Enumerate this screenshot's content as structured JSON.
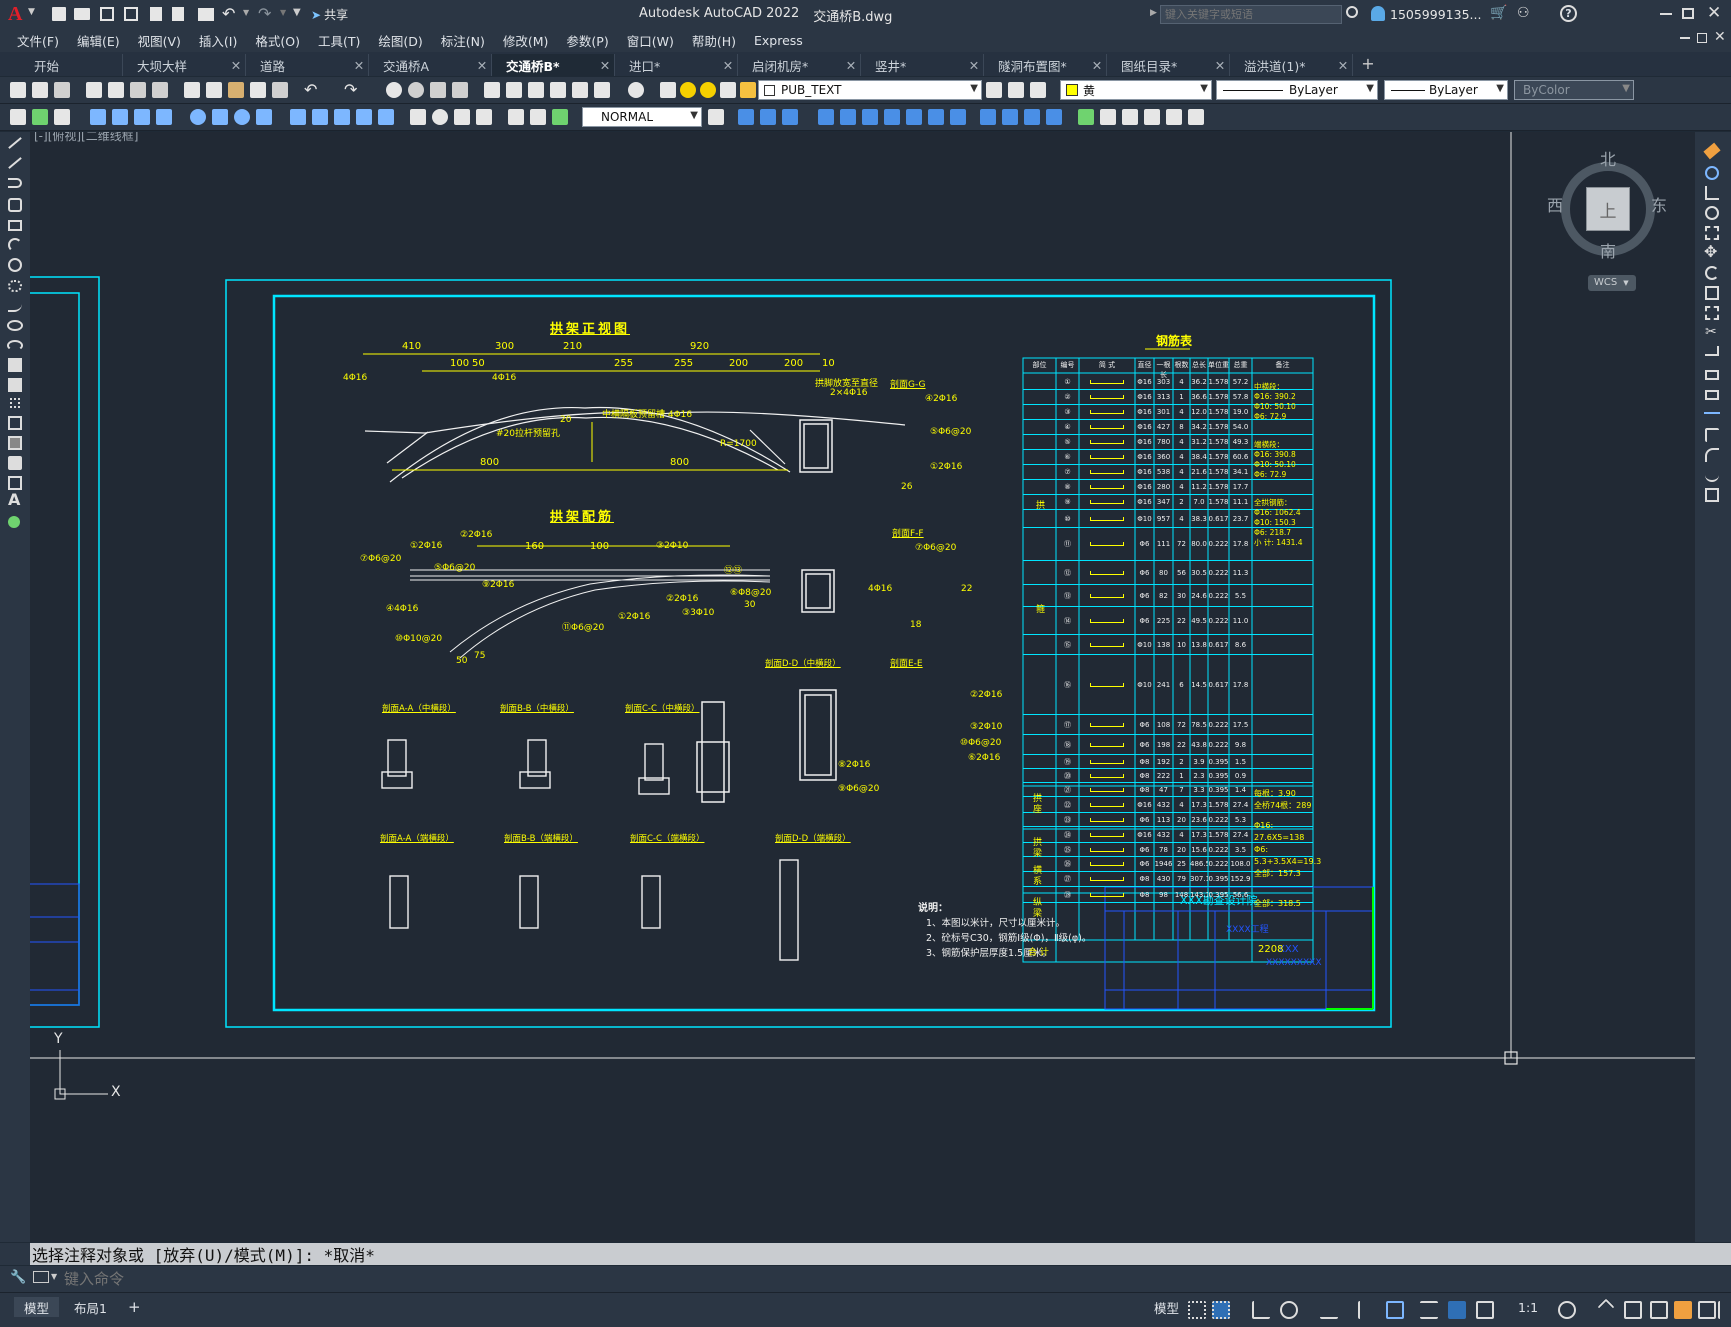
{
  "app": {
    "title": "Autodesk AutoCAD 2022",
    "filename": "交通桥B.dwg",
    "share": "共享",
    "search_placeholder": "键入关键字或短语",
    "user": "1505999135...",
    "workspace_marker": "A"
  },
  "menu": [
    "文件(F)",
    "编辑(E)",
    "视图(V)",
    "插入(I)",
    "格式(O)",
    "工具(T)",
    "绘图(D)",
    "标注(N)",
    "修改(M)",
    "参数(P)",
    "窗口(W)",
    "帮助(H)",
    "Express"
  ],
  "tabs": [
    {
      "label": "开始",
      "closable": false
    },
    {
      "label": "大坝大样",
      "closable": true
    },
    {
      "label": "道路",
      "closable": true
    },
    {
      "label": "交通桥A",
      "closable": true
    },
    {
      "label": "交通桥B*",
      "closable": true,
      "active": true
    },
    {
      "label": "进口*",
      "closable": true
    },
    {
      "label": "启闭机房*",
      "closable": true
    },
    {
      "label": "竖井*",
      "closable": true
    },
    {
      "label": "隧洞布置图*",
      "closable": true
    },
    {
      "label": "图纸目录*",
      "closable": true
    },
    {
      "label": "溢洪道(1)*",
      "closable": true
    }
  ],
  "toolbar": {
    "layer": "PUB_TEXT",
    "color": "黄",
    "linetype": "ByLayer",
    "lineweight": "ByLayer",
    "plotstyle": "ByColor",
    "dimstyle": "NORMAL"
  },
  "viewport": {
    "label": "[-][俯视][二维线框]"
  },
  "viewcube": {
    "n": "北",
    "s": "南",
    "e": "东",
    "w": "西",
    "top": "上",
    "wcs": "WCS"
  },
  "ucs": {
    "x": "X",
    "y": "Y"
  },
  "drawing": {
    "title_front": "拱架正视图",
    "title_rebar": "拱架配筋",
    "table_title": "钢筋表",
    "dims_top": [
      "410",
      "300",
      "210",
      "920"
    ],
    "dims_sub": [
      "100",
      "50",
      "255",
      "255",
      "200",
      "200",
      "10"
    ],
    "dims_bottom": [
      "800",
      "800"
    ],
    "labels_front": [
      "4Φ16",
      "4Φ16",
      "#20拉杆预留孔",
      "中横隔板预留槽 4Φ16",
      "R=1700",
      "20",
      "拱脚放宽至直径",
      "2×4Φ16"
    ],
    "labels_rebar": [
      "①2Φ16",
      "②2Φ16",
      "③2Φ10",
      "⑦Φ6@20",
      "160",
      "100",
      "⑤Φ6@20",
      "⑥Φ8@20",
      "⑨2Φ16",
      "④4Φ16",
      "⑩Φ10@20",
      "⑪Φ6@20",
      "①2Φ16",
      "②2Φ16",
      "③3Φ10",
      "⑫⑬",
      "50",
      "75",
      "30"
    ],
    "section_titles": [
      "剖面G-G",
      "剖面F-F",
      "剖面E-E",
      "剖面D-D（中横段）",
      "剖面A-A（中横段）",
      "剖面B-B（中横段）",
      "剖面C-C（中横段）",
      "剖面A-A（端横段）",
      "剖面B-B（端横段）",
      "剖面C-C（端横段）",
      "剖面D-D（端横段）"
    ],
    "section_labels": [
      "④2Φ16",
      "⑤Φ6@20",
      "①2Φ16",
      "⑦Φ6@20",
      "4Φ16",
      "18",
      "26",
      "22",
      "②2Φ16",
      "③2Φ10",
      "⑩Φ6@20",
      "⑥2Φ16",
      "⑧2Φ16",
      "⑨Φ6@20"
    ],
    "notes_title": "说明：",
    "notes": [
      "1、本图以米计，尺寸以厘米计。",
      "2、砼标号C30，钢筋Ⅰ级(Φ)，Ⅱ级(φ)。",
      "3、钢筋保护层厚度1.5厘米。"
    ],
    "titleblock": {
      "company": "XXX勘查设计院",
      "project": "XXX",
      "name": "XXXXXXXXX",
      "sub": "XXXX工程"
    },
    "table_headers": [
      "部位",
      "编号",
      "简 式",
      "直径",
      "一根长",
      "根数",
      "总长",
      "单位重",
      "总重",
      "备注"
    ],
    "table_rows": [
      [
        "①",
        "Φ16",
        "303",
        "4",
        "36.2",
        "1.578",
        "57.2"
      ],
      [
        "②",
        "Φ16",
        "313",
        "1",
        "36.6",
        "1.578",
        "57.8"
      ],
      [
        "③",
        "Φ16",
        "301",
        "4",
        "12.0",
        "1.578",
        "19.0"
      ],
      [
        "④",
        "Φ16",
        "427",
        "8",
        "34.2",
        "1.578",
        "54.0"
      ],
      [
        "⑤",
        "Φ16",
        "780",
        "4",
        "31.2",
        "1.578",
        "49.3"
      ],
      [
        "⑥",
        "Φ16",
        "360",
        "4",
        "38.4",
        "1.578",
        "60.6"
      ],
      [
        "⑦",
        "Φ16",
        "538",
        "4",
        "21.6",
        "1.578",
        "34.1"
      ],
      [
        "⑧",
        "Φ16",
        "280",
        "4",
        "11.2",
        "1.578",
        "17.7"
      ],
      [
        "⑨",
        "Φ16",
        "347",
        "2",
        "7.0",
        "1.578",
        "11.1"
      ],
      [
        "⑩",
        "Φ10",
        "957",
        "4",
        "38.3",
        "0.617",
        "23.7"
      ],
      [
        "⑪",
        "Φ6",
        "111",
        "72",
        "80.0",
        "0.222",
        "17.8"
      ],
      [
        "⑫",
        "Φ6",
        "80",
        "56",
        "30.5",
        "0.222",
        "11.3"
      ],
      [
        "⑬",
        "Φ6",
        "82",
        "30",
        "24.6",
        "0.222",
        "5.5"
      ],
      [
        "⑭",
        "Φ6",
        "225",
        "22",
        "49.5",
        "0.222",
        "11.0"
      ],
      [
        "⑮",
        "Φ10",
        "138",
        "10",
        "13.8",
        "0.617",
        "8.6"
      ],
      [
        "⑯",
        "Φ10",
        "241",
        "6",
        "14.5",
        "0.617",
        "17.8"
      ],
      [
        "⑰",
        "Φ6",
        "108",
        "72",
        "78.5",
        "0.222",
        "17.5"
      ],
      [
        "⑱",
        "Φ6",
        "198",
        "22",
        "43.8",
        "0.222",
        "9.8"
      ],
      [
        "⑲",
        "Φ8",
        "192",
        "2",
        "3.9",
        "0.395",
        "1.5"
      ],
      [
        "⑳",
        "Φ8",
        "222",
        "1",
        "2.3",
        "0.395",
        "0.9"
      ],
      [
        "㉑",
        "Φ8",
        "47",
        "7",
        "3.3",
        "0.395",
        "1.4"
      ],
      [
        "㉒",
        "Φ16",
        "432",
        "4",
        "17.3",
        "1.578",
        "27.4"
      ],
      [
        "㉓",
        "Φ6",
        "113",
        "20",
        "23.6",
        "0.222",
        "5.3"
      ],
      [
        "㉔",
        "Φ16",
        "432",
        "4",
        "17.3",
        "1.578",
        "27.4"
      ],
      [
        "㉕",
        "Φ6",
        "78",
        "20",
        "15.6",
        "0.222",
        "3.5"
      ],
      [
        "㉖",
        "Φ6",
        "1946",
        "25",
        "486.5",
        "0.222",
        "108.0"
      ],
      [
        "㉗",
        "Φ8",
        "430",
        "79",
        "307.1",
        "0.395",
        "152.9"
      ],
      [
        "㉘",
        "Φ8",
        "98",
        "148",
        "143.1",
        "0.395",
        "56.6"
      ]
    ],
    "table_notes": [
      "中横段：",
      "Φ16: 390.2",
      "Φ10: 50.10",
      "Φ6: 72.9",
      "端横段：",
      "Φ16: 390.8",
      "Φ10: 50.10",
      "Φ6: 72.9",
      "全拱钢筋：",
      "Φ16: 1062.4",
      "Φ10: 150.3",
      "Φ6: 218.7",
      "小 计: 1431.4",
      "每根：3.90",
      "全桥74根：289",
      "Φ16:",
      "27.6X5=138",
      "Φ6:",
      "5.3+3.5X4=19.3",
      "全部：157.3",
      "全部：318.5"
    ],
    "table_groups": [
      "拱",
      "箍",
      "拱 座",
      "拱 梁",
      "横 系",
      "纵 梁"
    ],
    "total_label": "合 计",
    "total_value": "2208"
  },
  "command": {
    "history": "选择注释对象或 [放弃(U)/模式(M)]: *取消*",
    "placeholder": "键入命令"
  },
  "status": {
    "tab_model": "模型",
    "tab_layout": "布局1",
    "model_btn": "模型",
    "scale": "1:1"
  },
  "colors": {
    "yellow": "#ffff00",
    "cyan": "#00e5ff",
    "blue": "#2255ff",
    "green": "#00ff00",
    "white": "#f0f0f0",
    "bg": "#212934"
  }
}
